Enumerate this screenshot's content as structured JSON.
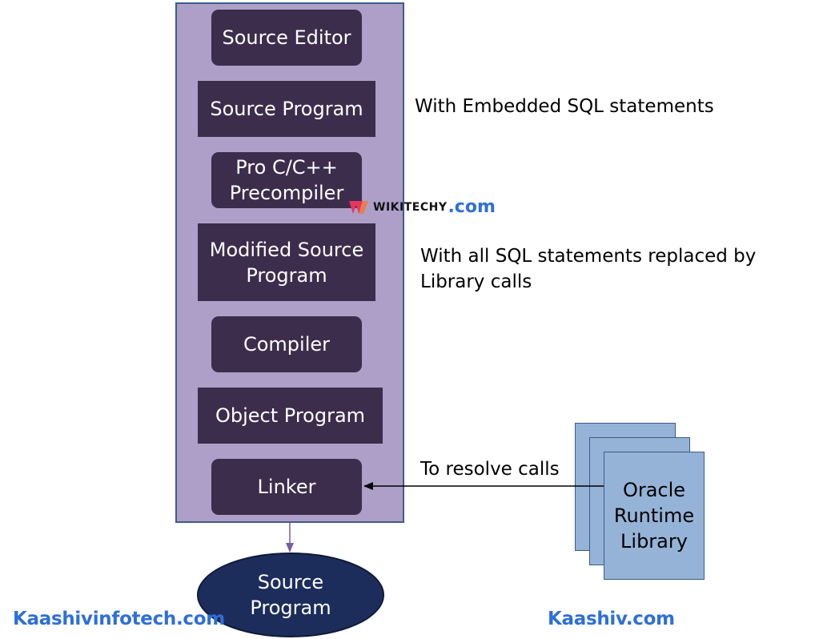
{
  "steps": [
    {
      "label": "Source Editor"
    },
    {
      "label": "Source Program"
    },
    {
      "label": "Pro C/C++\nPrecompiler"
    },
    {
      "label": "Modified Source\nProgram"
    },
    {
      "label": "Compiler"
    },
    {
      "label": "Object Program"
    },
    {
      "label": "Linker"
    }
  ],
  "annotations": {
    "embedded_sql": "With Embedded SQL statements",
    "replaced": "With all SQL statements replaced by\nLibrary calls",
    "resolve": "To resolve calls"
  },
  "library": {
    "label": "Oracle\nRuntime\nLibrary"
  },
  "output": {
    "label": "Source\nProgram"
  },
  "footer": {
    "left": "Kaashivinfotech.com",
    "right": "Kaashiv.com"
  },
  "watermark": {
    "brand": "WIKITECHY",
    "tld": ".com"
  },
  "colors": {
    "column_bg": "#ae9fc8",
    "box_bg": "#3d2d4d",
    "library_bg": "#95b3d7",
    "ellipse_bg": "#1c2d5c",
    "footer_text": "#2e6fd8"
  }
}
